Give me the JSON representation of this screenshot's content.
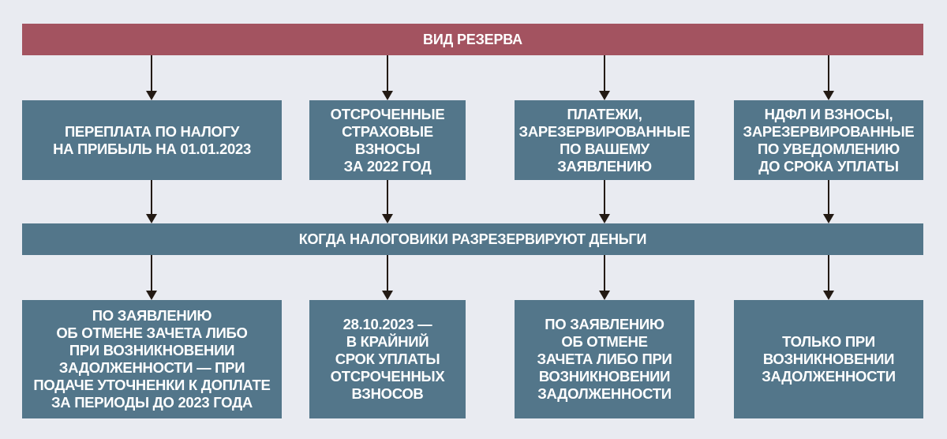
{
  "header": "ВИД РЕЗЕРВА",
  "reserve_types": [
    "ПЕРЕПЛАТА ПО НАЛОГУ\nНА ПРИБЫЛЬ НА 01.01.2023",
    "ОТСРОЧЕННЫЕ\nСТРАХОВЫЕ\nВЗНОСЫ\nЗА 2022 ГОД",
    "ПЛАТЕЖИ,\nЗАРЕЗЕРВИРОВАННЫЕ\nПО ВАШЕМУ\nЗАЯВЛЕНИЮ",
    "НДФЛ И ВЗНОСЫ,\nЗАРЕЗЕРВИРОВАННЫЕ\nПО УВЕДОМЛЕНИЮ\nДО СРОКА УПЛАТЫ"
  ],
  "middle": "КОГДА НАЛОГОВИКИ РАЗРЕЗЕРВИРУЮТ ДЕНЬГИ",
  "release_conditions": [
    "ПО ЗАЯВЛЕНИЮ\nОБ ОТМЕНЕ ЗАЧЕТА ЛИБО\nПРИ ВОЗНИКНОВЕНИИ\nЗАДОЛЖЕННОСТИ — ПРИ\nПОДАЧЕ УТОЧНЕНКИ К ДОПЛАТЕ\nЗА ПЕРИОДЫ ДО 2023 ГОДА",
    "28.10.2023 —\nВ КРАЙНИЙ\nСРОК УПЛАТЫ\nОТСРОЧЕННЫХ\nВЗНОСОВ",
    "ПО ЗАЯВЛЕНИЮ\nОБ ОТМЕНЕ\nЗАЧЕТА ЛИБО ПРИ\nВОЗНИКНОВЕНИИ\nЗАДОЛЖЕННОСТИ",
    "ТОЛЬКО ПРИ\nВОЗНИКНОВЕНИИ\nЗАДОЛЖЕННОСТИ"
  ],
  "colors": {
    "header": "#a35360",
    "box": "#53768a",
    "background": "#e9ebf1",
    "arrow": "#231a14"
  }
}
